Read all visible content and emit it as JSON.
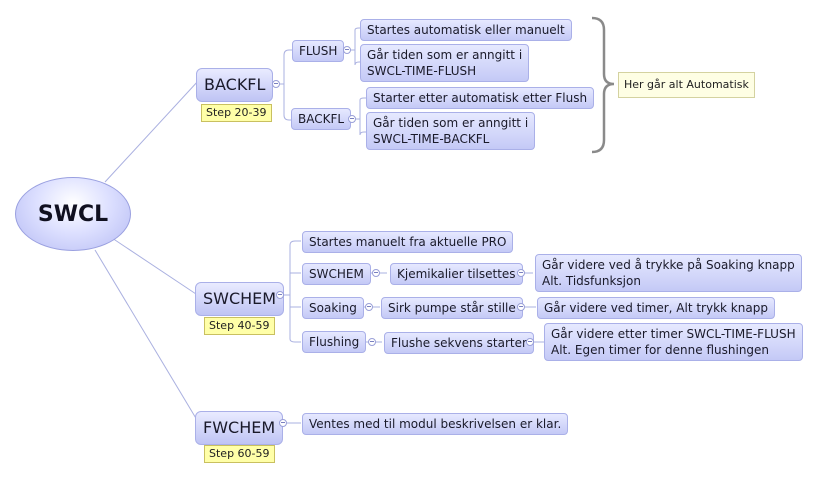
{
  "root": {
    "label": "SWCL"
  },
  "backfl": {
    "label": "BACKFL",
    "step": "Step 20-39",
    "flush": {
      "label": "FLUSH",
      "items": [
        "Startes automatisk eller manuelt",
        "Går tiden som er anngitt i",
        "SWCL-TIME-FLUSH"
      ]
    },
    "backfl_sub": {
      "label": "BACKFL",
      "items": [
        "Starter etter automatisk etter Flush",
        "Går tiden som er anngitt i",
        "SWCL-TIME-BACKFL"
      ]
    },
    "note": "Her går alt Automatisk"
  },
  "swchem": {
    "label": "SWCHEM",
    "step": "Step 40-59",
    "manual_start": "Startes manuelt fra aktuelle PRO",
    "swchem_sub": {
      "label": "SWCHEM",
      "step": "Kjemikalier tilsettes",
      "next": [
        "Går videre ved å trykke på Soaking knapp",
        "Alt. Tidsfunksjon"
      ]
    },
    "soaking": {
      "label": "Soaking",
      "step": "Sirk pumpe står stille",
      "next": [
        "Går videre ved timer, Alt trykk knapp"
      ]
    },
    "flushing": {
      "label": "Flushing",
      "step": "Flushe sekvens starter",
      "next": [
        "Går videre etter timer SWCL-TIME-FLUSH",
        "Alt. Egen timer for denne flushingen"
      ]
    }
  },
  "fwchem": {
    "label": "FWCHEM",
    "step": "Step 60-59",
    "note": "Ventes med til modul beskrivelsen er klar."
  },
  "colors": {
    "topic_fill": "#cdd1fa",
    "topic_border": "#aab0e8",
    "connector": "#aab0e0",
    "step_label": "#ffffa8"
  }
}
